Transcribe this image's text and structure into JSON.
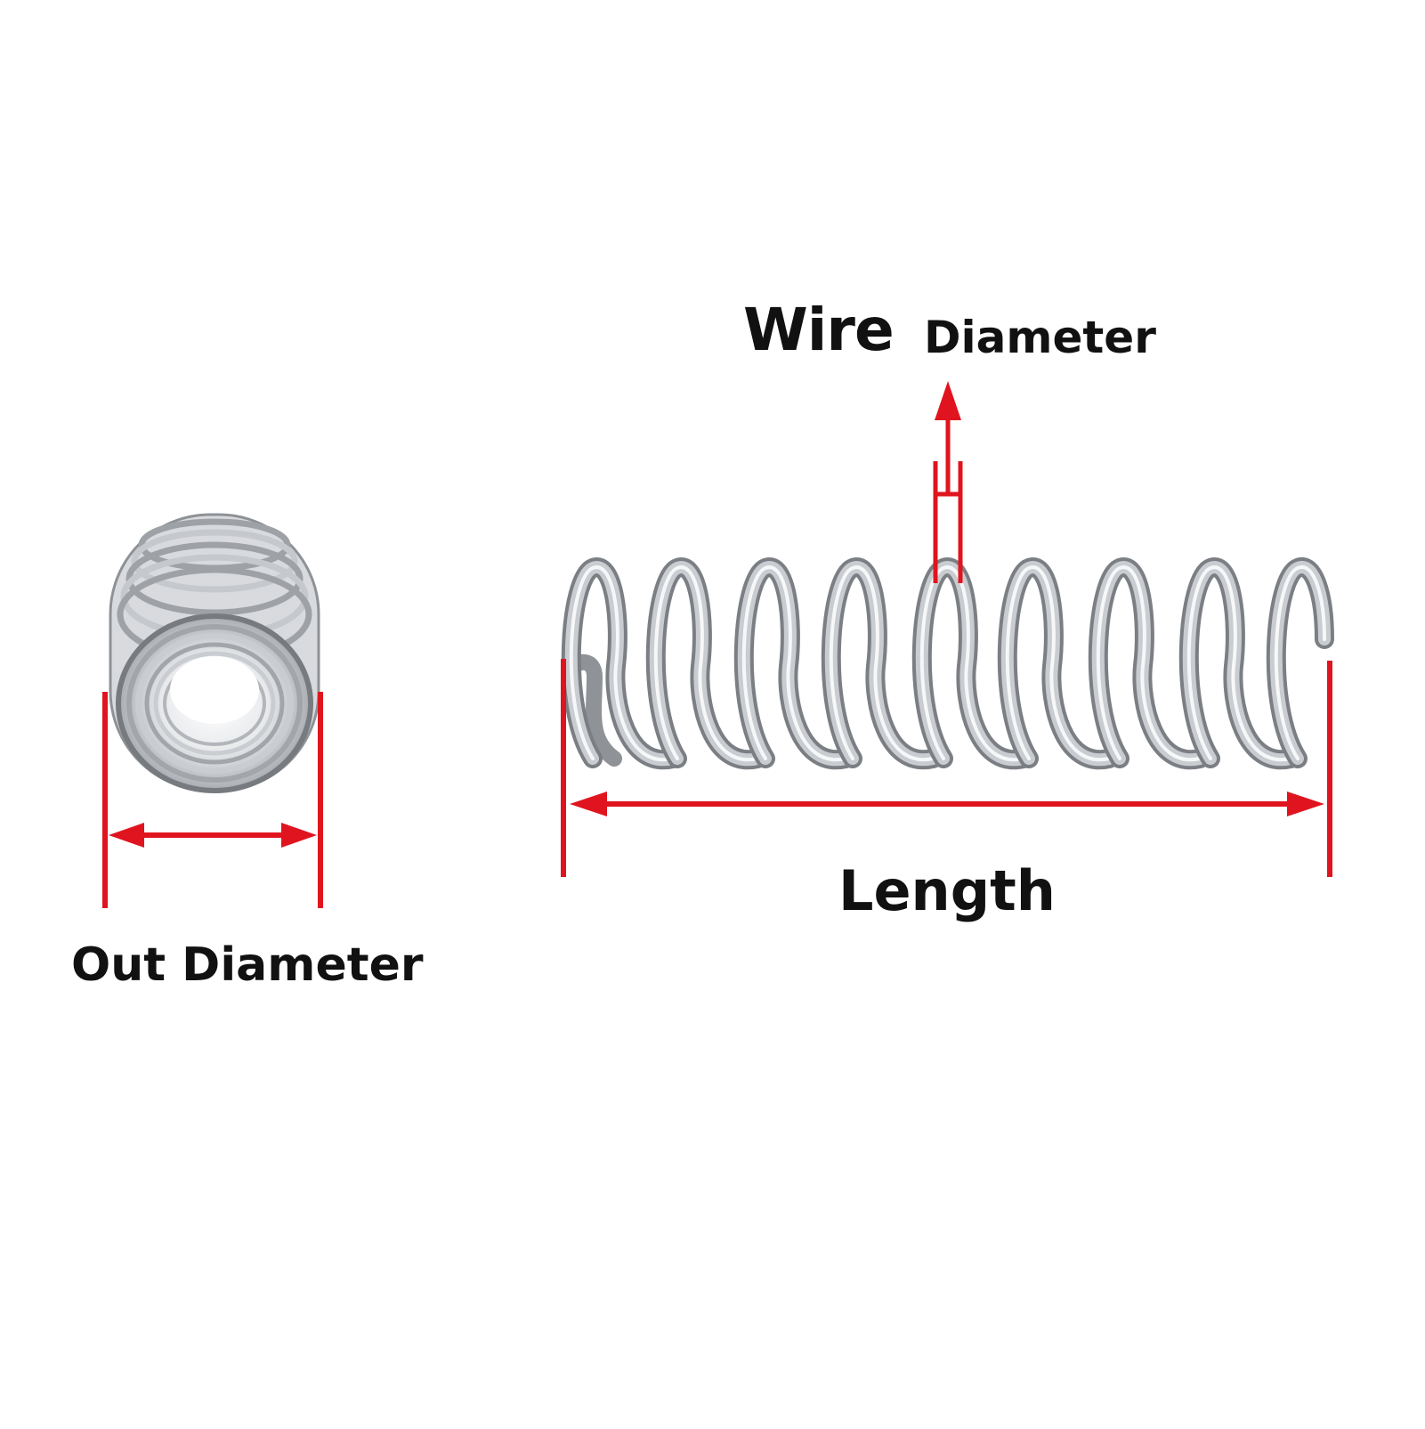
{
  "labels": {
    "wire": "Wire",
    "wire_diameter": "Diameter",
    "length": "Length",
    "out_diameter": "Out Diameter"
  },
  "colors": {
    "annotation": "#e0141e",
    "text": "#111111",
    "spring_light": "#f4f5f6",
    "spring_mid": "#b9bcc0",
    "spring_dark": "#6e7277",
    "background": "#ffffff"
  },
  "icons": {
    "side_spring": "compression-spring-side-view",
    "end_spring": "compression-spring-end-view"
  }
}
